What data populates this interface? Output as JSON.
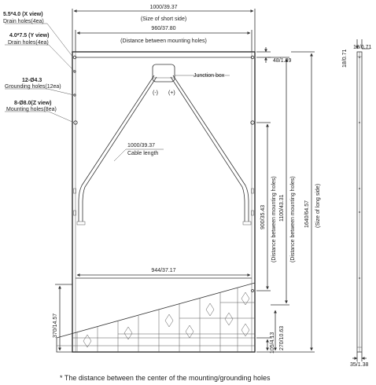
{
  "labels": {
    "short_side_dim": "1000/39.37",
    "short_side_caption": "(Size of short side)",
    "mount_dist_dim": "960/37.80",
    "mount_dist_caption": "(Distance between mounting holes)",
    "drain_x_dim": "5.5*4.0 (X view)",
    "drain_x_caption": "Drain holes(4ea)",
    "drain_y_dim": "4.0*7.5 (Y view)",
    "drain_y_caption": "Drain holes(4ea)",
    "ground_dim": "12-Ø4.3",
    "ground_caption": "Grounding holes(12ea)",
    "mount_holes_dim": "8-Ø8.0(Z view)",
    "mount_holes_caption": "Mounting holes(8ea)",
    "junction_box": "Junction box",
    "minus": "(-)",
    "plus": "(+)",
    "cable_dim": "1000/39.37",
    "cable_caption": "Cable length",
    "top_offset_dim": "48/1.89",
    "mount_900": "900/35.43",
    "mount_900_caption": "(Distance between mounting holes)",
    "mount_1100": "1100/43.31",
    "mount_1100_caption": "(Distance between mounting holes)",
    "long_side_dim": "1640/64.57",
    "long_side_caption": "(Size of long side)",
    "bottom_width_dim": "944/37.17",
    "dim_370": "370/14.57",
    "dim_270": "270/10.63",
    "dim_105": "105/4.13",
    "side_18a": "18/0.71",
    "side_18b": "18/0.71",
    "side_35": "35/1.38",
    "footnote": "* The distance between the center of the mounting/grounding holes"
  }
}
